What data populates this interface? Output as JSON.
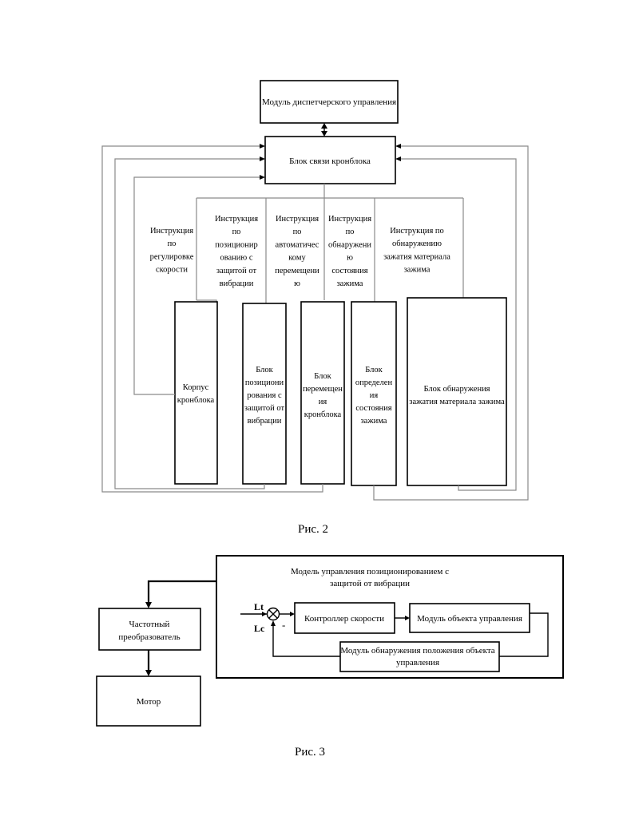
{
  "figure2": {
    "caption": "Рис. 2",
    "dispatch_module": "Модуль диспетчерского управления",
    "comm_block": "Блок связи кронблока",
    "instructions": [
      [
        "Инструкция",
        "по",
        "регулировке",
        "скорости"
      ],
      [
        "Инструкция",
        "по",
        "позиционир",
        "ованию с",
        "защитой от",
        "вибрации"
      ],
      [
        "Инструкция",
        "по",
        "автоматичес",
        "кому",
        "перемещени",
        "ю"
      ],
      [
        "Инструкция",
        "по",
        "обнаружени",
        "ю",
        "состояния",
        "зажима"
      ],
      [
        "Инструкция по",
        "обнаружению",
        "зажатия материала",
        "зажима"
      ]
    ],
    "blocks": [
      [
        "Корпус",
        "кронблока"
      ],
      [
        "Блок",
        "позициони",
        "рования с",
        "защитой от",
        "вибрации"
      ],
      [
        "Блок",
        "перемещен",
        "ия",
        "кронблока"
      ],
      [
        "Блок",
        "определен",
        "ия",
        "состояния",
        "зажима"
      ],
      [
        "Блок обнаружения",
        "зажатия материала зажима"
      ]
    ]
  },
  "figure3": {
    "caption": "Рис. 3",
    "model_title": [
      "Модель управления позиционированием с",
      "защитой от вибрации"
    ],
    "freq_converter": [
      "Частотный",
      "преобразователь"
    ],
    "motor": "Мотор",
    "speed_controller": "Контроллер скорости",
    "object_module": "Модуль объекта управления",
    "detect_module": [
      "Модуль обнаружения положения объекта",
      "управления"
    ],
    "lt": "Lt",
    "lc": "Lc",
    "minus": "-"
  }
}
